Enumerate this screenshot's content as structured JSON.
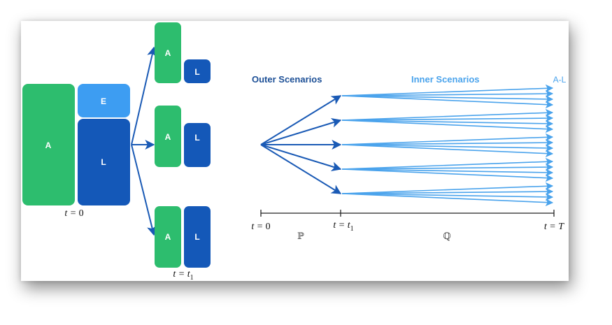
{
  "colors": {
    "asset_green": "#2dbd6e",
    "equity_light_blue": "#3d9df2",
    "liability_dark_blue": "#1458b8",
    "arrow_dark_blue": "#1a5ab5",
    "outer_label": "#1c4f96",
    "inner_arrow": "#4aa3ec",
    "inner_label": "#4aa3ec",
    "axis": "#222222"
  },
  "balance_sheet_t0": {
    "asset_label": "A",
    "equity_label": "E",
    "liability_label": "L",
    "time_prefix": "t = ",
    "time_value": "0"
  },
  "balance_sheets_t1": [
    {
      "asset_label": "A",
      "liability_label": "L"
    },
    {
      "asset_label": "A",
      "liability_label": "L"
    },
    {
      "asset_label": "A",
      "liability_label": "L"
    }
  ],
  "t1_caption": {
    "prefix": "t = ",
    "value": "t",
    "subscript": "1"
  },
  "scenarios": {
    "outer_heading": "Outer Scenarios",
    "inner_heading": "Inner Scenarios",
    "terminal_label": "A-L",
    "outer_count": 5,
    "inner_per_outer": 4
  },
  "timeline": {
    "t0": {
      "prefix": "t = ",
      "value": "0"
    },
    "t1": {
      "prefix": "t = ",
      "value": "t",
      "subscript": "1"
    },
    "tT": {
      "prefix": "t = ",
      "value": "T"
    },
    "real_world_measure": "ℙ",
    "risk_neutral_measure": "ℚ"
  }
}
